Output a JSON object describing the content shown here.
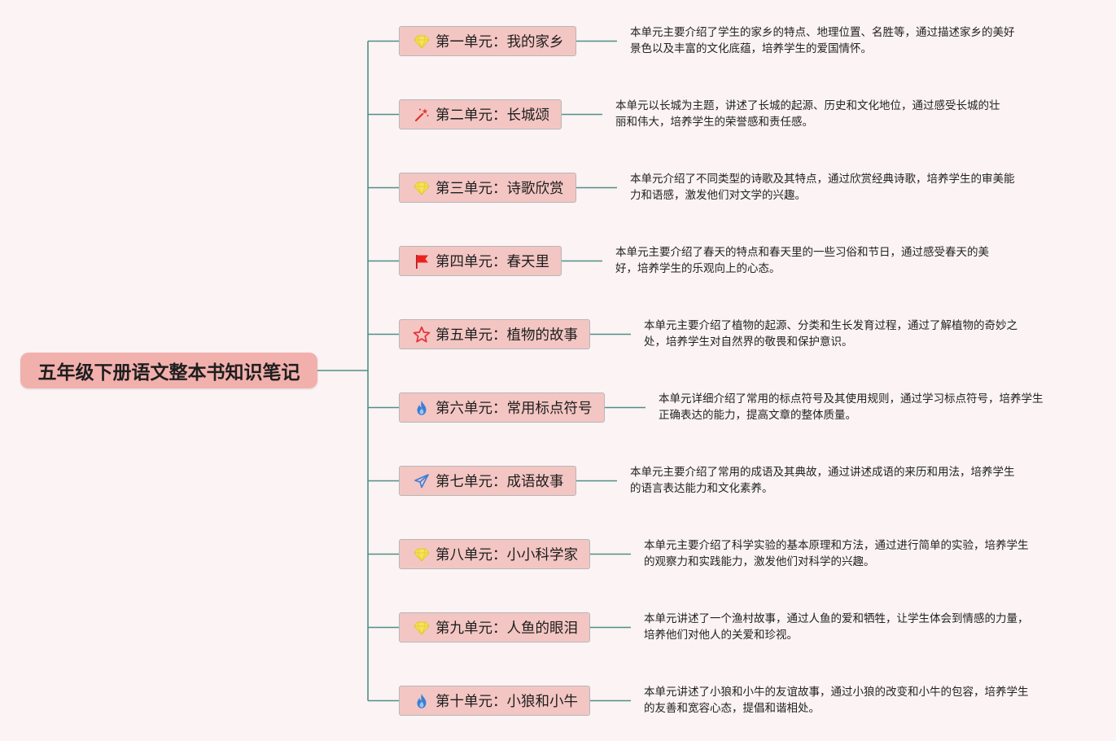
{
  "root": {
    "title": "五年级下册语文整本书知识笔记"
  },
  "colors": {
    "background": "#fbf3f4",
    "root_fill": "#f2b0ad",
    "branch_fill": "#f3c6c3",
    "branch_border": "#b7b7b7",
    "connector": "#4f8f86"
  },
  "branches": [
    {
      "label": "第一单元：我的家乡",
      "icon": "diamond-icon",
      "desc_lines": [
        "本单元主要介绍了学生的家乡的特点、地理位置、名胜等，通过描述家乡的美好",
        "景色以及丰富的文化底蕴，培养学生的爱国情怀。"
      ]
    },
    {
      "label": "第二单元：长城颂",
      "icon": "magic-wand-icon",
      "desc_lines": [
        "本单元以长城为主题，讲述了长城的起源、历史和文化地位，通过感受长城的壮",
        "丽和伟大，培养学生的荣誉感和责任感。"
      ]
    },
    {
      "label": "第三单元：诗歌欣赏",
      "icon": "diamond-icon",
      "desc_lines": [
        "本单元介绍了不同类型的诗歌及其特点，通过欣赏经典诗歌，培养学生的审美能",
        "力和语感，激发他们对文学的兴趣。"
      ]
    },
    {
      "label": "第四单元：春天里",
      "icon": "flag-icon",
      "desc_lines": [
        "本单元主要介绍了春天的特点和春天里的一些习俗和节日，通过感受春天的美",
        "好，培养学生的乐观向上的心态。"
      ]
    },
    {
      "label": "第五单元：植物的故事",
      "icon": "star-icon",
      "desc_lines": [
        "本单元主要介绍了植物的起源、分类和生长发育过程，通过了解植物的奇妙之",
        "处，培养学生对自然界的敬畏和保护意识。"
      ]
    },
    {
      "label": "第六单元：常用标点符号",
      "icon": "fire-icon",
      "desc_lines": [
        "本单元详细介绍了常用的标点符号及其使用规则，通过学习标点符号，培养学生",
        "正确表达的能力，提高文章的整体质量。"
      ]
    },
    {
      "label": "第七单元：成语故事",
      "icon": "paper-plane-icon",
      "desc_lines": [
        "本单元主要介绍了常用的成语及其典故，通过讲述成语的来历和用法，培养学生",
        "的语言表达能力和文化素养。"
      ]
    },
    {
      "label": "第八单元：小小科学家",
      "icon": "diamond-icon",
      "desc_lines": [
        "本单元主要介绍了科学实验的基本原理和方法，通过进行简单的实验，培养学生",
        "的观察力和实践能力，激发他们对科学的兴趣。"
      ]
    },
    {
      "label": "第九单元：人鱼的眼泪",
      "icon": "diamond-icon",
      "desc_lines": [
        "本单元讲述了一个渔村故事，通过人鱼的爱和牺牲，让学生体会到情感的力量，",
        "培养他们对他人的关爱和珍视。"
      ]
    },
    {
      "label": "第十单元：小狼和小牛",
      "icon": "fire-icon",
      "desc_lines": [
        "本单元讲述了小狼和小牛的友谊故事，通过小狼的改变和小牛的包容，培养学生",
        "的友善和宽容心态，提倡和谐相处。"
      ]
    }
  ]
}
